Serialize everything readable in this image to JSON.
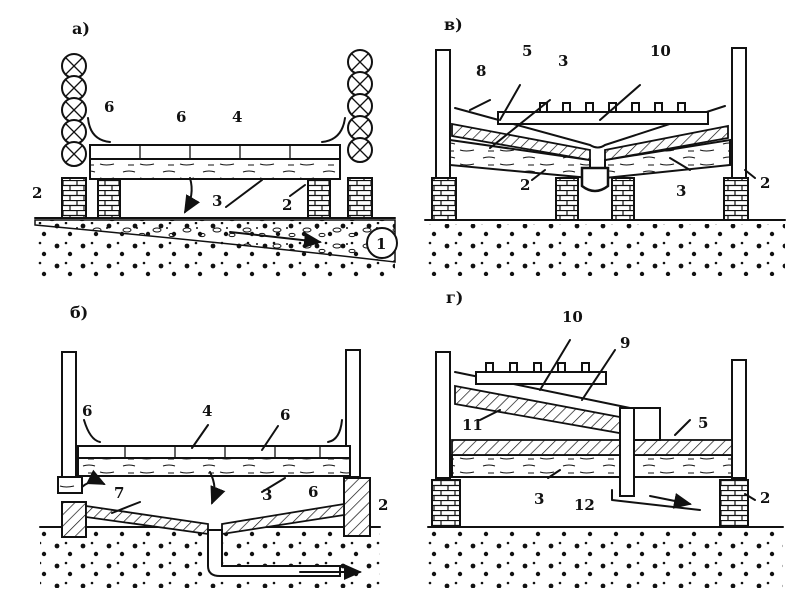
{
  "colors": {
    "ink": "#111111",
    "paper": "#ffffff"
  },
  "panels": {
    "a": {
      "title": "а)",
      "labels": {
        "left_vent": "6",
        "mid_vent": "6",
        "floor_label": "4",
        "left_base": "2",
        "joist": "3",
        "right_base": "2",
        "drain_circle": "1"
      }
    },
    "b": {
      "title": "б)",
      "labels": {
        "left_vent": "6",
        "floor_label": "4",
        "right_vent_top": "6",
        "drain_pipe": "7",
        "joist": "3",
        "right_vent_low": "6",
        "right_base": "2"
      }
    },
    "v": {
      "title": "в)",
      "labels": {
        "left_top": "8",
        "mid_top": "5",
        "center_top": "3",
        "right_top": "10",
        "left_base": "2",
        "right_joist": "3",
        "right_base": "2"
      }
    },
    "g": {
      "title": "г)",
      "labels": {
        "top_deck": "10",
        "slope": "9",
        "left_wall": "11",
        "right_floor": "5",
        "joist": "3",
        "pipe": "12",
        "right_base": "2"
      }
    }
  }
}
